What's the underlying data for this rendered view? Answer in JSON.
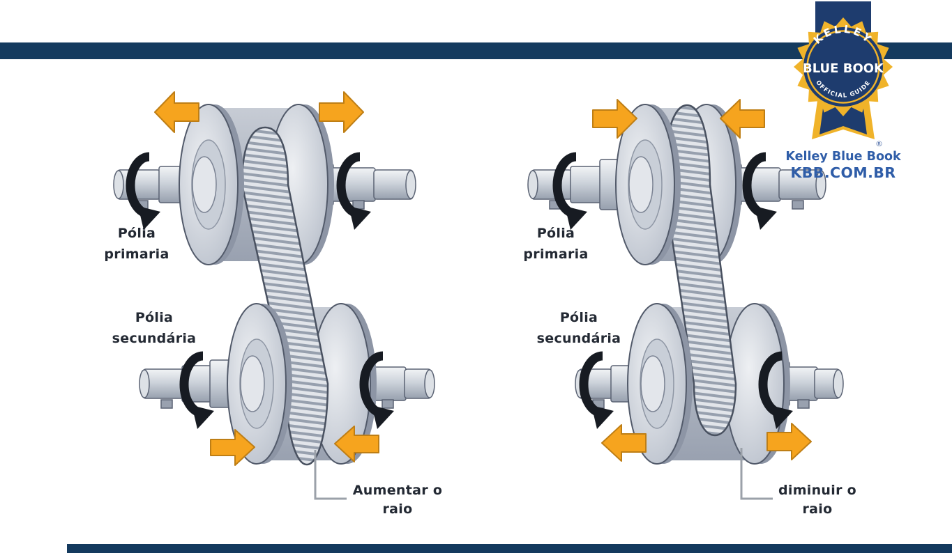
{
  "branding": {
    "badge": {
      "arc_top": "KELLEY",
      "center": "BLUE BOOK",
      "arc_bottom": "OFFICIAL GUIDE",
      "registered": "®"
    },
    "org_name": "Kelley Blue Book",
    "site_url": "KBB.COM.BR"
  },
  "diagrams": {
    "left": {
      "primary_label": {
        "line1": "Pólia",
        "line2": "primaria"
      },
      "secondary_label": {
        "line1": "Pólia",
        "line2": "secundária"
      },
      "caption": {
        "line1": "Aumentar o",
        "line2": "raio"
      }
    },
    "right": {
      "primary_label": {
        "line1": "Pólia",
        "line2": "primaria"
      },
      "secondary_label": {
        "line1": "Pólia",
        "line2": "secundária"
      },
      "caption": {
        "line1": "diminuir o",
        "line2": "raio"
      }
    }
  },
  "colors": {
    "bar_navy": "#143A5E",
    "badge_navy": "#1E3C6E",
    "badge_gold": "#F0B32A",
    "brand_blue": "#2F5DA8",
    "arrow_orange": "#F6A41E",
    "label_dark": "#232933",
    "metal_gray": "#C9CFD8"
  },
  "icons": {
    "direction_arrow": "orange fat arrow",
    "rotation_arrow": "black curved arrow around shaft",
    "badge": "starburst seal with ribbons"
  }
}
